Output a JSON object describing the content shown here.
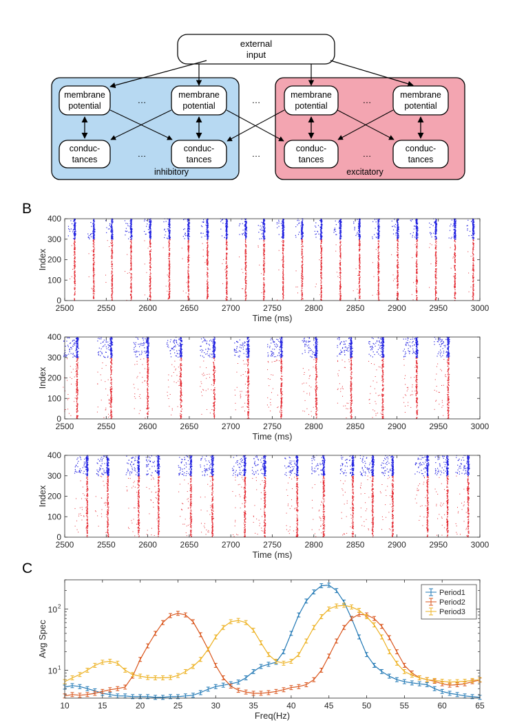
{
  "panel_labels": {
    "b": "B",
    "c": "C"
  },
  "diagram": {
    "external_input": {
      "line1": "external",
      "line2": "input"
    },
    "membrane": {
      "line1": "membrane",
      "line2": "potential"
    },
    "conductance": {
      "line1": "conduc-",
      "line2": "tances"
    },
    "ellipsis": "…",
    "inhibitory_label": "inhibitory",
    "excitatory_label": "excitatory",
    "colors": {
      "inhibitory": "#b7d9f2",
      "excitatory": "#f3a5b1"
    }
  },
  "raster": {
    "ylabel": "Index",
    "xlabel": "Time (ms)",
    "xlim": [
      2500,
      3000
    ],
    "ylim": [
      0,
      400
    ],
    "xticks": [
      "2500",
      "2550",
      "2600",
      "2650",
      "2700",
      "2750",
      "2800",
      "2850",
      "2900",
      "2950",
      "3000"
    ],
    "yticks": [
      "0",
      "100",
      "200",
      "300",
      "400"
    ],
    "colors": {
      "excitatory": "#e3232b",
      "inhibitory": "#2323e0"
    }
  },
  "chart_data": [
    {
      "type": "scatter",
      "xlabel": "Time (ms)",
      "ylabel": "Index",
      "xlim": [
        2500,
        3000
      ],
      "ylim": [
        0,
        400
      ],
      "excitatory_range": [
        0,
        300
      ],
      "inhibitory_range": [
        300,
        400
      ],
      "sync_times": [
        2512,
        2535,
        2557,
        2580,
        2603,
        2626,
        2649,
        2672,
        2695,
        2718,
        2740,
        2763,
        2786,
        2809,
        2832,
        2855,
        2878,
        2901,
        2924,
        2947,
        2970,
        2992
      ]
    },
    {
      "type": "scatter",
      "xlabel": "Time (ms)",
      "ylabel": "Index",
      "xlim": [
        2500,
        3000
      ],
      "ylim": [
        0,
        400
      ],
      "excitatory_range": [
        0,
        300
      ],
      "inhibitory_range": [
        300,
        400
      ],
      "sync_times": [
        2515,
        2556,
        2600,
        2640,
        2680,
        2721,
        2761,
        2803,
        2845,
        2883,
        2924,
        2962
      ]
    },
    {
      "type": "scatter",
      "xlabel": "Time (ms)",
      "ylabel": "Index",
      "xlim": [
        2500,
        3000
      ],
      "ylim": [
        0,
        400
      ],
      "excitatory_range": [
        0,
        300
      ],
      "inhibitory_range": [
        300,
        400
      ],
      "sync_times": [
        2527,
        2552,
        2589,
        2613,
        2652,
        2678,
        2717,
        2741,
        2780,
        2812,
        2847,
        2871,
        2895,
        2937,
        2961,
        2986
      ]
    },
    {
      "type": "line",
      "xlabel": "Freq(Hz)",
      "ylabel": "Avg Spec",
      "xlim": [
        10,
        65
      ],
      "ylim": [
        3.5,
        300
      ],
      "yscale": "log",
      "xticks": [
        "10",
        "15",
        "20",
        "25",
        "30",
        "35",
        "40",
        "45",
        "50",
        "55",
        "60",
        "65"
      ],
      "yticks": [
        {
          "v": 10,
          "label": "10"
        },
        {
          "v": 100,
          "label": "10"
        }
      ],
      "ytick_exp": "1",
      "ytick_exp2": "2",
      "legend_position": "top-right",
      "x": [
        10,
        11,
        12,
        13,
        14,
        15,
        16,
        17,
        18,
        19,
        20,
        21,
        22,
        23,
        24,
        25,
        26,
        27,
        28,
        29,
        30,
        31,
        32,
        33,
        34,
        35,
        36,
        37,
        38,
        39,
        40,
        41,
        42,
        43,
        44,
        45,
        46,
        47,
        48,
        49,
        50,
        51,
        52,
        53,
        54,
        55,
        56,
        57,
        58,
        59,
        60,
        61,
        62,
        63,
        64,
        65
      ],
      "series": [
        {
          "name": "Period1",
          "color": "#1f77b4",
          "values": [
            5.3,
            5.6,
            5.4,
            5.0,
            4.6,
            4.2,
            4.0,
            3.8,
            3.8,
            3.7,
            3.7,
            3.7,
            3.6,
            3.6,
            3.7,
            3.7,
            3.8,
            3.9,
            4.3,
            4.9,
            5.4,
            5.7,
            6.0,
            6.4,
            7.5,
            9.5,
            11.5,
            12.5,
            13.5,
            20,
            40,
            80,
            135,
            190,
            240,
            245,
            200,
            130,
            70,
            35,
            18,
            12,
            9.5,
            8.0,
            7.0,
            6.5,
            6.2,
            6.0,
            5.8,
            5.0,
            4.5,
            4.2,
            4.0,
            3.8,
            3.7,
            3.6
          ]
        },
        {
          "name": "Period2",
          "color": "#d95319",
          "values": [
            3.8,
            4.0,
            3.9,
            4.0,
            4.2,
            4.5,
            4.8,
            5.0,
            5.3,
            8,
            15,
            25,
            40,
            60,
            78,
            85,
            80,
            62,
            38,
            22,
            12,
            7.5,
            5.5,
            4.7,
            4.4,
            4.2,
            4.2,
            4.3,
            4.5,
            4.8,
            5.2,
            5.4,
            5.8,
            7,
            10,
            17,
            30,
            50,
            70,
            82,
            80,
            70,
            52,
            34,
            20,
            12,
            9,
            7.5,
            7.0,
            6.6,
            6.0,
            5.7,
            5.8,
            6.0,
            6.5,
            6.9
          ]
        },
        {
          "name": "Period3",
          "color": "#edb120",
          "values": [
            6.5,
            7.5,
            8.5,
            10,
            12,
            13.5,
            14,
            13,
            10,
            8.5,
            8.0,
            7.6,
            7.5,
            7.5,
            7.6,
            8.2,
            9.5,
            11.5,
            15,
            22,
            35,
            50,
            62,
            65,
            60,
            45,
            28,
            18,
            14,
            13,
            14,
            18,
            30,
            50,
            75,
            100,
            112,
            115,
            108,
            95,
            75,
            55,
            35,
            20,
            13,
            9.5,
            8.3,
            7.5,
            7.0,
            6.8,
            6.6,
            6.4,
            6.5,
            6.6,
            6.8,
            7.0
          ]
        }
      ]
    }
  ]
}
